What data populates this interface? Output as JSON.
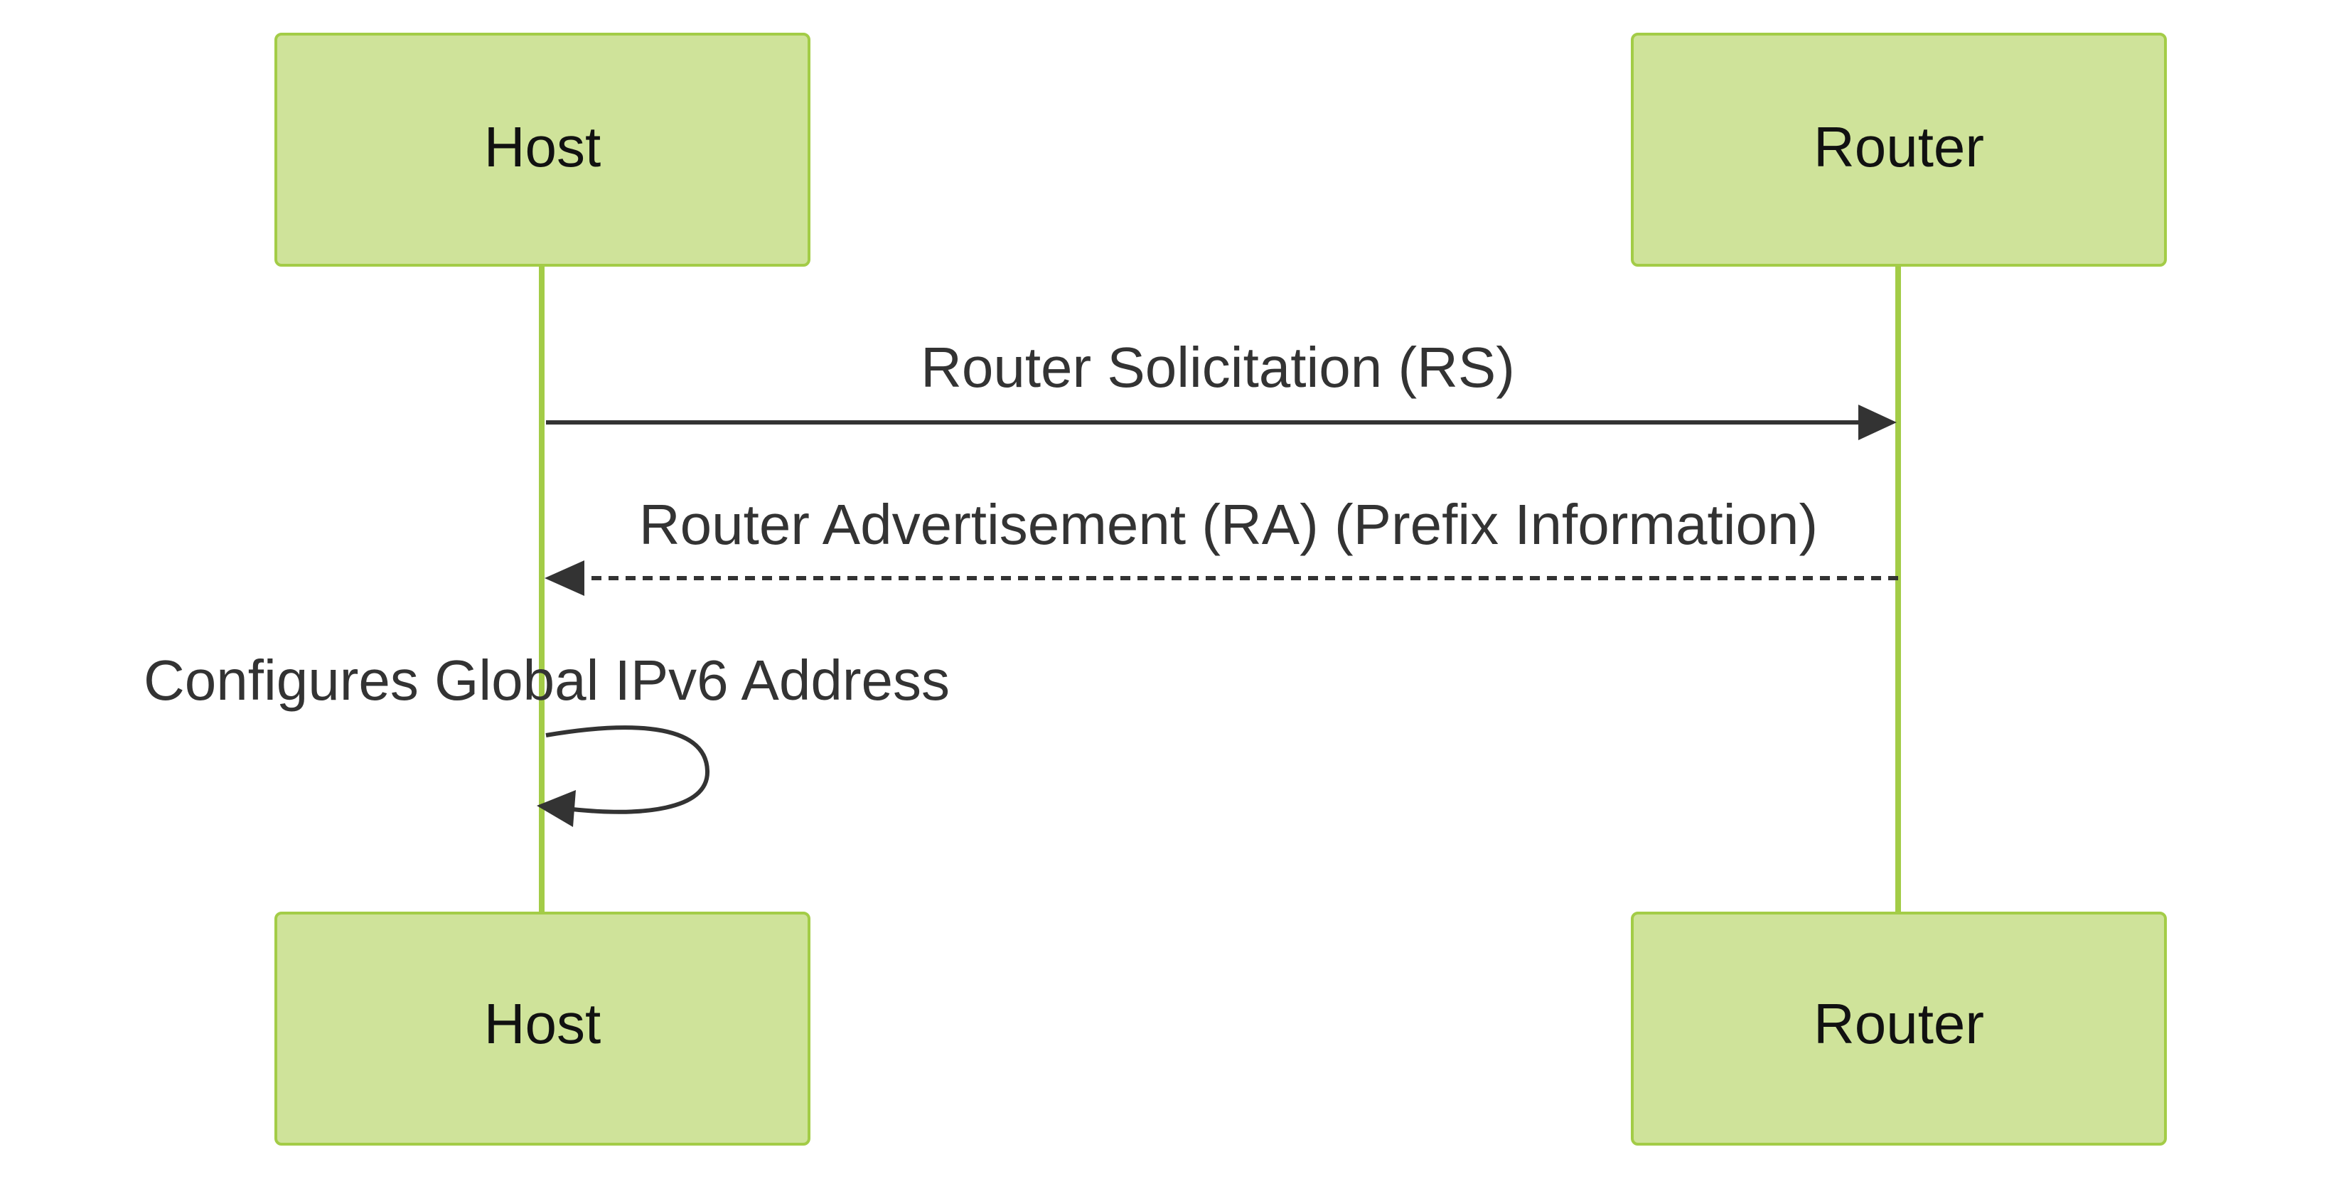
{
  "participants": {
    "host": {
      "label": "Host"
    },
    "router": {
      "label": "Router"
    }
  },
  "messages": [
    {
      "label": "Router Solicitation (RS)",
      "from": "host",
      "to": "router",
      "style": "solid"
    },
    {
      "label": "Router Advertisement (RA) (Prefix Information)",
      "from": "router",
      "to": "host",
      "style": "dashed"
    },
    {
      "label": "Configures Global IPv6 Address",
      "from": "host",
      "to": "host",
      "style": "self"
    }
  ],
  "colors": {
    "actor_fill": "#cfe39a",
    "actor_stroke": "#a3cc47",
    "lifeline": "#a3cc47",
    "message": "#333333"
  }
}
